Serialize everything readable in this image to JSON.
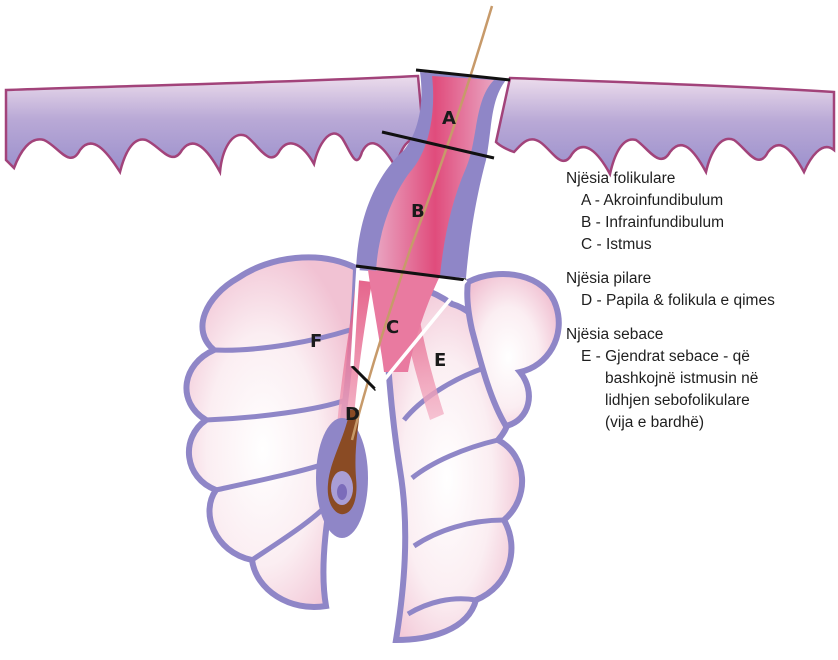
{
  "labels": {
    "a": "A",
    "b": "B",
    "c": "C",
    "d": "D",
    "e": "E",
    "f": "F"
  },
  "legend": {
    "follicular": {
      "title": "Një­sia folikulare",
      "items": [
        "A - Akroinfundibulum",
        "B - Infrainfundibulum",
        "C - Istmus"
      ]
    },
    "pilar": {
      "title": "Njësia pilare",
      "items": [
        "D - Papila & folikula e qimes"
      ]
    },
    "sebaceous": {
      "title": "Njësia sebace",
      "item": "E - Gjendrat sebace - që",
      "note_lines": [
        "bashkojnë istmusin në",
        "lidhjen sebofolikulare",
        "(vija e bardhë)"
      ]
    }
  },
  "colors": {
    "skin_purple": "#8f86c7",
    "tissue_pink": "#e8587e",
    "outline": "#a2437a",
    "hair_shaft": "#c79a6a",
    "bulb_brown": "#8a4b24"
  }
}
